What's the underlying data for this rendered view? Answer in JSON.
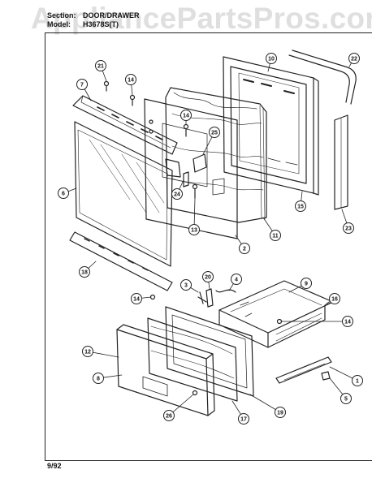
{
  "header": {
    "section_label": "Section:",
    "section_value": "DOOR/DRAWER",
    "model_label": "Model:",
    "model_value": "H3678S(T)"
  },
  "watermark": "AppliancePartsPros.com",
  "footer": {
    "date": "9/92"
  },
  "callouts": [
    "1",
    "2",
    "3",
    "4",
    "5",
    "6",
    "7",
    "8",
    "9",
    "10",
    "11",
    "12",
    "13",
    "14",
    "14",
    "14",
    "14",
    "15",
    "16",
    "17",
    "18",
    "19",
    "20",
    "21",
    "22",
    "23",
    "24",
    "25",
    "26"
  ],
  "colors": {
    "ink": "#222222",
    "paper": "#ffffff",
    "watermark": "#8c8c8c"
  }
}
